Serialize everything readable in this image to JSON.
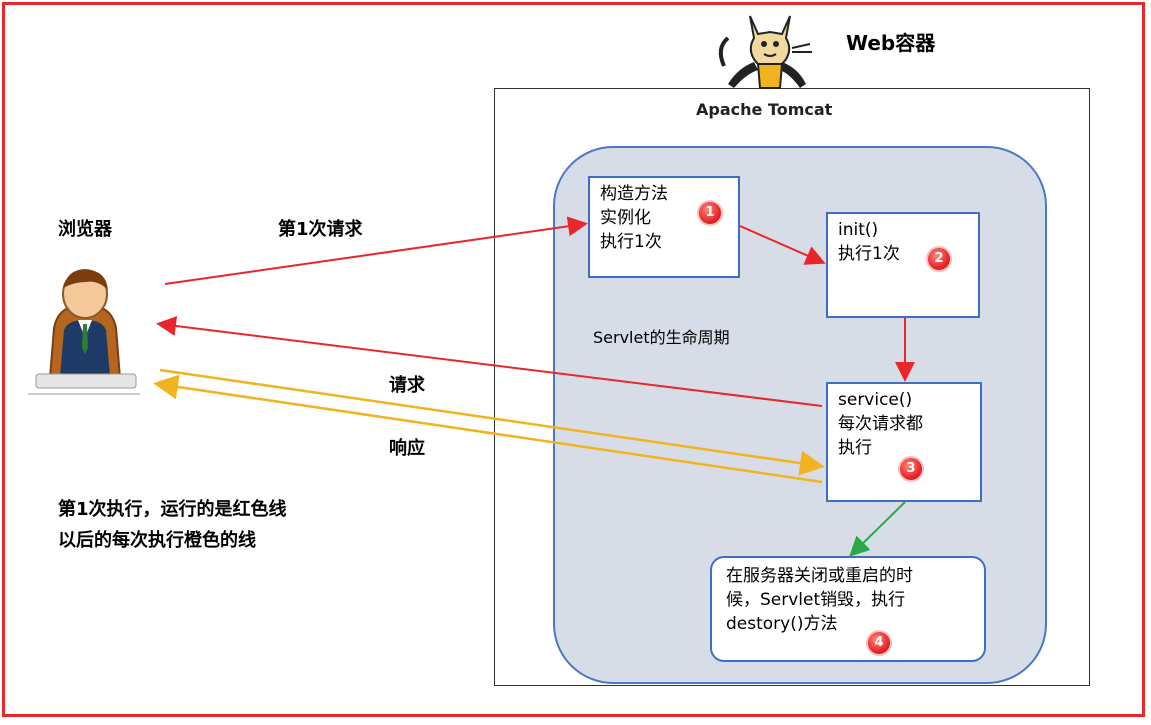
{
  "container": {
    "title": "Web容器",
    "logo_text": "Apache Tomcat"
  },
  "browser": {
    "label": "浏览器",
    "avatar": "user-at-computer-icon"
  },
  "arrows": {
    "first_request": "第1次请求",
    "request": "请求",
    "response": "响应"
  },
  "note": {
    "line1": "第1次执行，运行的是红色线",
    "line2": "以后的每次执行橙色的线"
  },
  "lifecycle": {
    "label": "Servlet的生命周期",
    "steps": [
      {
        "number": "1",
        "lines": [
          "构造方法",
          "实例化",
          "执行1次"
        ]
      },
      {
        "number": "2",
        "lines": [
          "init()",
          "执行1次"
        ]
      },
      {
        "number": "3",
        "lines": [
          "service()",
          "每次请求都",
          "执行"
        ]
      },
      {
        "number": "4",
        "lines": [
          "在服务器关闭或重启的时",
          "候，Servlet销毁，执行",
          "destory()方法"
        ]
      }
    ]
  },
  "colors": {
    "frame": "#e8262b",
    "red_line": "#e8262b",
    "orange_line": "#f2b320",
    "green_line": "#2aa84a",
    "box_border": "#3e6ec0",
    "lifecycle_fill": "#d7dde6"
  }
}
